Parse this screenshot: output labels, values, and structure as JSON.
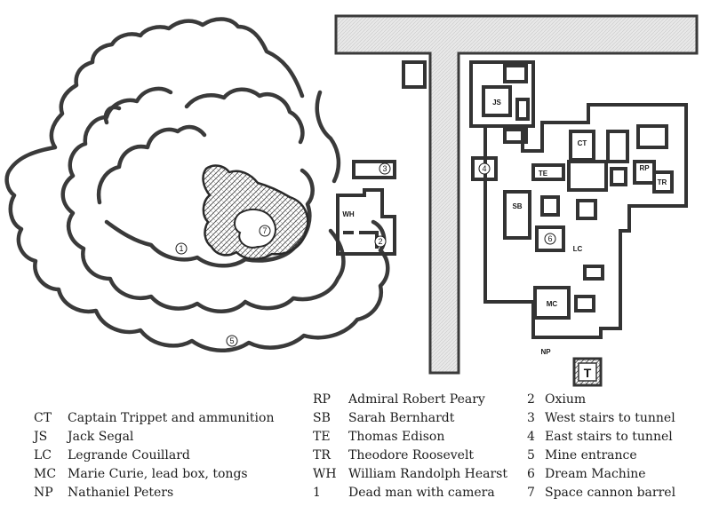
{
  "map": {
    "labels": {
      "JS": "JS",
      "CT": "CT",
      "TE": "TE",
      "RP": "RP",
      "TR": "TR",
      "SB": "SB",
      "LC": "LC",
      "MC": "MC",
      "NP": "NP",
      "WH": "WH"
    },
    "circled": {
      "one": "1",
      "two": "2",
      "three": "3",
      "four": "4",
      "five": "5",
      "six": "6",
      "seven": "7"
    },
    "map_symbol": "T"
  },
  "legend": {
    "left": [
      {
        "code": "CT",
        "text": "Captain Trippet and ammunition"
      },
      {
        "code": "JS",
        "text": "Jack Segal"
      },
      {
        "code": "LC",
        "text": "Legrande Couillard"
      },
      {
        "code": "MC",
        "text": "Marie Curie, lead box, tongs"
      },
      {
        "code": "NP",
        "text": "Nathaniel Peters"
      }
    ],
    "middle": [
      {
        "code": "RP",
        "text": "Admiral Robert Peary"
      },
      {
        "code": "SB",
        "text": "Sarah Bernhardt"
      },
      {
        "code": "TE",
        "text": "Thomas Edison"
      },
      {
        "code": "TR",
        "text": "Theodore Roosevelt"
      },
      {
        "code": "WH",
        "text": "William Randolph Hearst"
      },
      {
        "code": "1",
        "text": "Dead man with camera"
      }
    ],
    "right": [
      {
        "code": "2",
        "text": "Oxium"
      },
      {
        "code": "3",
        "text": "West stairs to tunnel"
      },
      {
        "code": "4",
        "text": "East stairs to tunnel"
      },
      {
        "code": "5",
        "text": "Mine entrance"
      },
      {
        "code": "6",
        "text": "Dream Machine"
      },
      {
        "code": "7",
        "text": "Space cannon barrel"
      }
    ]
  }
}
